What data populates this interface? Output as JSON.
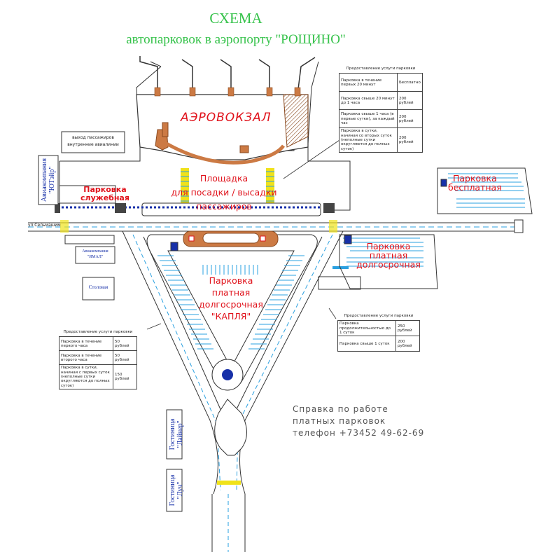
{
  "title": {
    "line1": "СХЕМА",
    "line2": "автопарковок в аэропорту \"РОЩИНО\""
  },
  "terminal_label": "АЭРОВОКЗАЛ",
  "platform_label": {
    "line1": "Площадка",
    "line2": "для посадки / высадки пассажиров"
  },
  "parking_labels": {
    "service": {
      "line1": "Парковка",
      "line2": "служебная"
    },
    "free": {
      "line1": "Парковка",
      "line2": "бесплатная"
    },
    "paid_long_right": {
      "line1": "Парковка",
      "line2": "платная",
      "line3": "долгосрочная"
    },
    "kaplya": {
      "line1": "Парковка",
      "line2": "платная",
      "line3": "долгосрочная",
      "line4": "\"КАПЛЯ\""
    }
  },
  "buildings": {
    "exit_box": {
      "line1": "выход пассажиров",
      "line2": "внутренние авиалинии"
    },
    "utair": {
      "line1": "Авиакомпания",
      "line2": "\"ЮТэйр\""
    },
    "yamal": {
      "line1": "Авиакомпания",
      "line2": "\"ЯМАЛ\""
    },
    "canteen": "Столовая",
    "hotel_liner": {
      "line1": "Гостиница",
      "line2": "\"Лайнер\""
    },
    "hotel_luch": {
      "line1": "Гостиница",
      "line2": "\"Луч\""
    }
  },
  "street_label": "ул.Сельмашим",
  "price_top": {
    "header": "Предоставление услуги парковки",
    "rows": [
      {
        "desc": "Парковка в течение первых 20 минут",
        "price": "Бесплатно"
      },
      {
        "desc": "Парковка свыше 20 минут до 1 часа",
        "price": "200 рублей"
      },
      {
        "desc": "Парковка свыше 1 часа (в первые сутки), за каждый час",
        "price": "200 рублей"
      },
      {
        "desc": "Парковка в сутки, начиная со вторых суток (неполные сутки округляются до полных суток)",
        "price": "200 рублей"
      }
    ]
  },
  "price_left": {
    "header": "Предоставление услуги парковки",
    "rows": [
      {
        "desc": "Парковка в течение первого часа",
        "price": "50 рублей"
      },
      {
        "desc": "Парковка в течение второго часа",
        "price": "50 рублей"
      },
      {
        "desc": "Парковка в сутки, начиная с первых суток (неполные сутки округляются до полных суток)",
        "price": "150 рублей"
      }
    ]
  },
  "price_right": {
    "header": "Предоставление услуги парковки",
    "rows": [
      {
        "desc": "Парковка продолжительностью до 1 суток",
        "price": "250 рублей"
      },
      {
        "desc": "Парковка свыше 1 суток",
        "price": "200 рублей"
      }
    ]
  },
  "info": {
    "line1": "Справка по работе",
    "line2": "платных парковок",
    "line3": "телефон +73452 49-62-69"
  },
  "colors": {
    "title": "#35c24a",
    "label_red": "#e0121b",
    "label_blue": "#1730a8",
    "parking_marks": "#2aa0e0",
    "crosswalk_yellow": "#f0e21a",
    "terminal_fill": "#cc7a44"
  }
}
